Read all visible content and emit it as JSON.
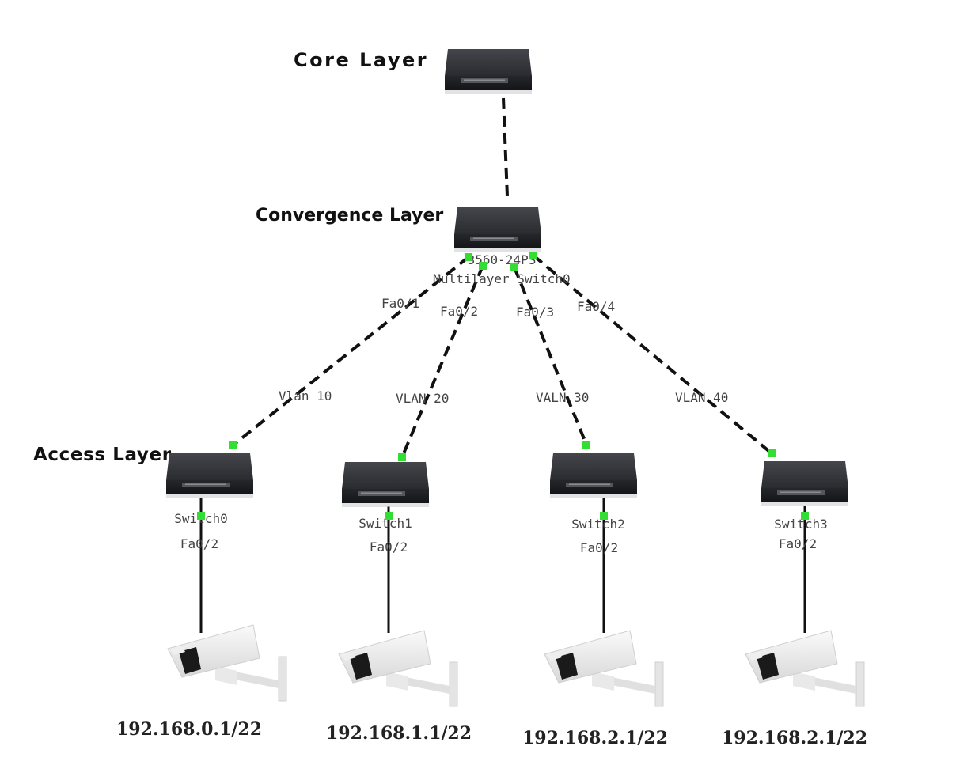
{
  "layers": {
    "core": "Core Layer",
    "convergence": "Convergence Layer",
    "access": "Access Layer"
  },
  "core_switch": {},
  "convergence_switch": {
    "model": "3560-24PS",
    "name": "Multilayer Switch0"
  },
  "uplinks": [
    {
      "port": "Fa0/1",
      "vlan": "Vlan 10"
    },
    {
      "port": "Fa0/2",
      "vlan": "VLAN 20"
    },
    {
      "port": "Fa0/3",
      "vlan": "VALN 30"
    },
    {
      "port": "Fa0/4",
      "vlan": "VLAN 40"
    }
  ],
  "access_switches": [
    {
      "name": "Switch0",
      "port": "Fa0/2",
      "camera_ip": "192.168.0.1/22"
    },
    {
      "name": "Switch1",
      "port": "Fa0/2",
      "camera_ip": "192.168.1.1/22"
    },
    {
      "name": "Switch2",
      "port": "Fa0/2",
      "camera_ip": "192.168.2.1/22"
    },
    {
      "name": "Switch3",
      "port": "Fa0/2",
      "camera_ip": "192.168.2.1/22"
    }
  ],
  "colors": {
    "link": "#111111",
    "port_led": "#33dd33",
    "switch_body": "#2e2f33",
    "switch_front": "#1d1e21",
    "camera": "#e8e8e8"
  }
}
